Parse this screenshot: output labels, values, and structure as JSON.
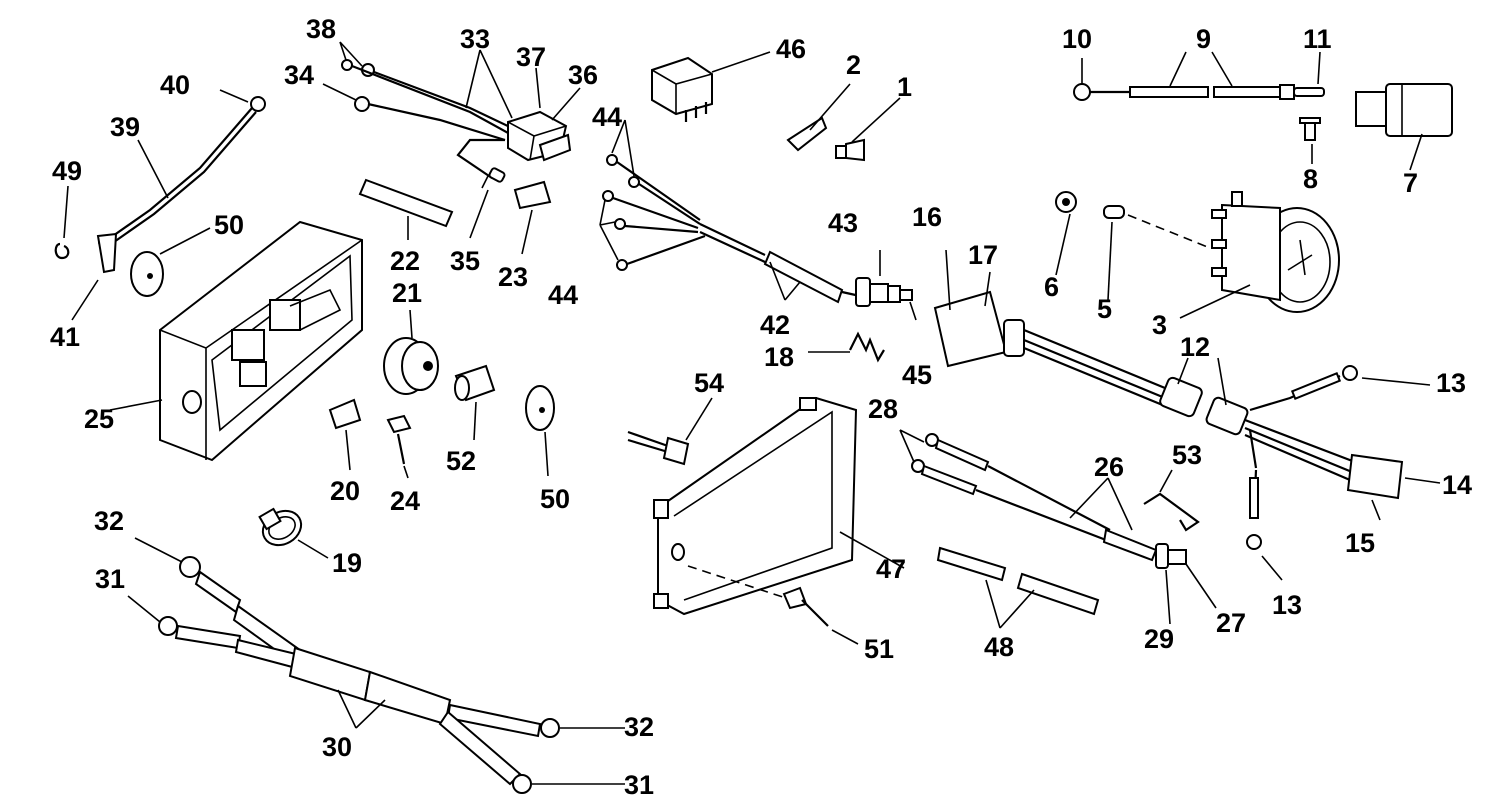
{
  "callouts": {
    "c1": "1",
    "c2": "2",
    "c3": "3",
    "c5": "5",
    "c6": "6",
    "c7": "7",
    "c8": "8",
    "c9": "9",
    "c10": "10",
    "c11": "11",
    "c12": "12",
    "c13a": "13",
    "c13b": "13",
    "c14": "14",
    "c15": "15",
    "c16": "16",
    "c17": "17",
    "c18": "18",
    "c19": "19",
    "c20": "20",
    "c21": "21",
    "c22": "22",
    "c23": "23",
    "c24": "24",
    "c25": "25",
    "c26": "26",
    "c27": "27",
    "c28": "28",
    "c29": "29",
    "c30": "30",
    "c31a": "31",
    "c31b": "31",
    "c32a": "32",
    "c32b": "32",
    "c33": "33",
    "c34": "34",
    "c35": "35",
    "c36": "36",
    "c37": "37",
    "c38": "38",
    "c39": "39",
    "c40": "40",
    "c41": "41",
    "c42": "42",
    "c43": "43",
    "c44a": "44",
    "c44b": "44",
    "c45": "45",
    "c46": "46",
    "c47": "47",
    "c48": "48",
    "c49": "49",
    "c50a": "50",
    "c50b": "50",
    "c51": "51",
    "c52": "52",
    "c53": "53",
    "c54": "54"
  }
}
